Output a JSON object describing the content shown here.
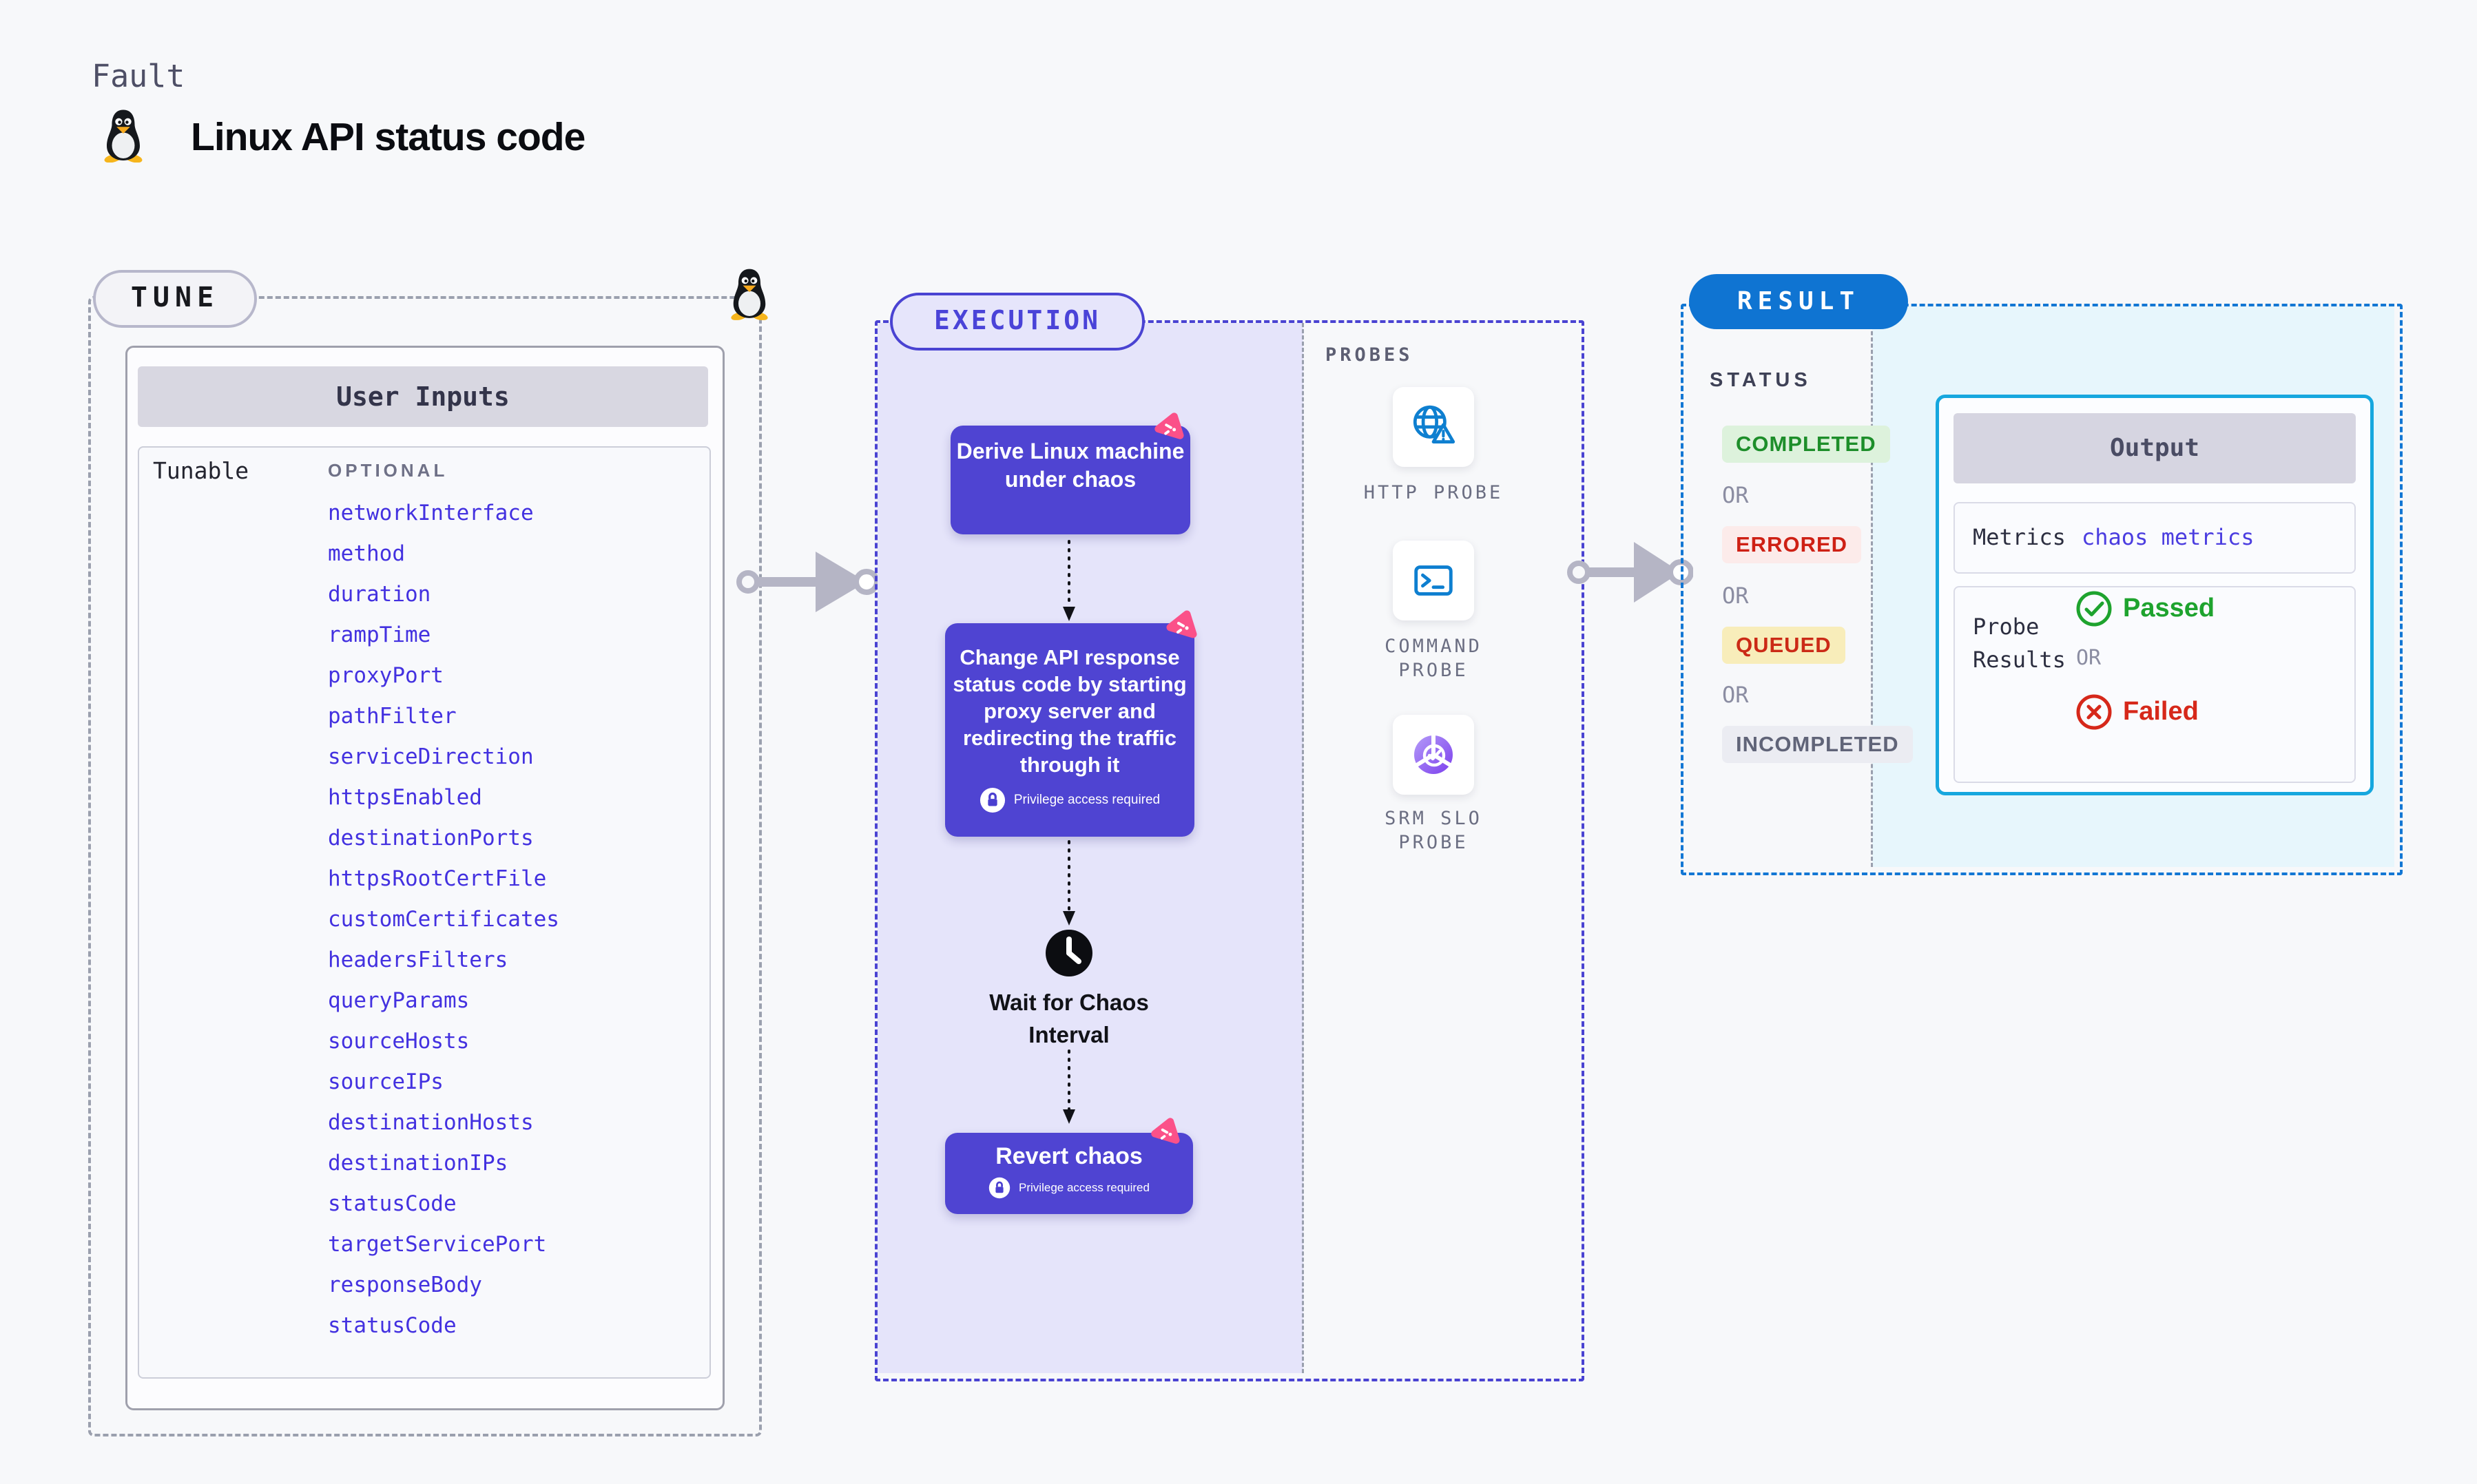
{
  "page": {
    "kicker": "Fault",
    "title": "Linux API status code"
  },
  "colors": {
    "accent_indigo": "#4a43d2",
    "node_purple": "#4f44d2",
    "panel_purple": "#e5e4fa",
    "link_blue": "#4331e0",
    "result_blue": "#0f74d2",
    "output_border_cyan": "#16a7de",
    "cyan_bg": "#e7f6fc",
    "probe_icon_blue": "#0e7fd0",
    "chaos_pink": "#fb5189",
    "passed_green": "#1ea32e",
    "failed_red": "#d6281a"
  },
  "tune": {
    "badge": "TUNE",
    "panel_title": "User Inputs",
    "row_label": "Tunable",
    "optional_label": "OPTIONAL",
    "tunables": [
      "networkInterface",
      "method",
      "duration",
      "rampTime",
      "proxyPort",
      "pathFilter",
      "serviceDirection",
      "httpsEnabled",
      "destinationPorts",
      "httpsRootCertFile",
      "customCertificates",
      "headersFilters",
      "queryParams",
      "sourceHosts",
      "sourceIPs",
      "destinationHosts",
      "destinationIPs",
      "statusCode",
      "targetServicePort",
      "responseBody",
      "statusCode"
    ]
  },
  "execution": {
    "badge": "EXECUTION",
    "step1": "Derive Linux machine under chaos",
    "step2": "Change API response status code by starting proxy server and redirecting the traffic through it",
    "wait_step": "Wait for Chaos Interval",
    "revert_step": "Revert chaos",
    "privilege_note": "Privilege access required"
  },
  "probes": {
    "label": "PROBES",
    "items": [
      {
        "name": "HTTP PROBE"
      },
      {
        "name": "COMMAND PROBE"
      },
      {
        "name": "SRM SLO PROBE"
      }
    ]
  },
  "result": {
    "badge": "RESULT",
    "status_label": "STATUS",
    "or_label": "OR",
    "statuses": [
      {
        "label": "COMPLETED",
        "fg": "#1d8e2a",
        "bg": "#ddf2dc"
      },
      {
        "label": "ERRORED",
        "fg": "#ce2014",
        "bg": "#fcebea"
      },
      {
        "label": "QUEUED",
        "fg": "#cb2a16",
        "bg": "#f8edba"
      },
      {
        "label": "INCOMPLETED",
        "fg": "#606478",
        "bg": "#ebecf2"
      }
    ],
    "output": {
      "title": "Output",
      "metrics_label": "Metrics",
      "metrics_link": "chaos metrics",
      "probe_results_label": "Probe Results",
      "passed_label": "Passed",
      "or_label": "OR",
      "failed_label": "Failed"
    }
  }
}
